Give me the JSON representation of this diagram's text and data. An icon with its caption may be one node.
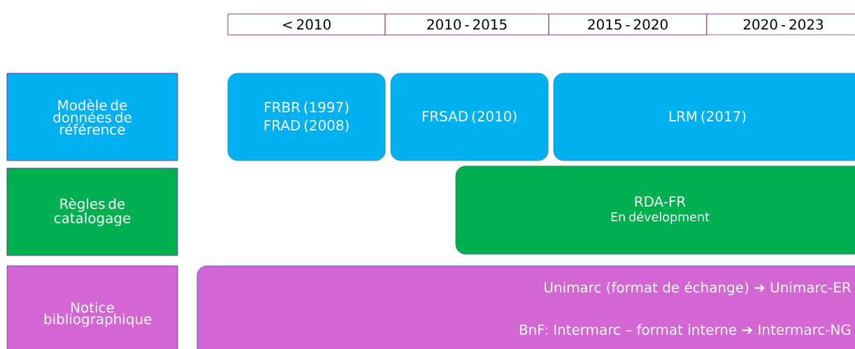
{
  "diagram": {
    "nodes": [
      {
        "text": [
          "< 2010"
        ]
      },
      {
        "text": [
          "2010 - 2015"
        ]
      },
      {
        "text": [
          "2015 - 2020"
        ]
      },
      {
        "text": [
          "2020 - 2023"
        ]
      },
      {
        "text": [
          "Modèle de données de référence"
        ]
      },
      {
        "text": [
          "FRBR (1997)",
          "FRAD (2008)"
        ]
      },
      {
        "text": [
          "FRSAD (2010)"
        ]
      },
      {
        "text": [
          "LRM (2017)"
        ]
      },
      {
        "text": [
          "Règles de catalogage"
        ]
      },
      {
        "text": [
          "RDA-FR",
          "En dévelopment"
        ]
      },
      {
        "text": [
          "Notice bibliographique"
        ]
      },
      {
        "text": [
          "Unimarc (format de échange) ➔ Unimarc-ER",
          "BnF: Intermarc – format interne ➔ Intermarc-NG"
        ]
      }
    ]
  }
}
